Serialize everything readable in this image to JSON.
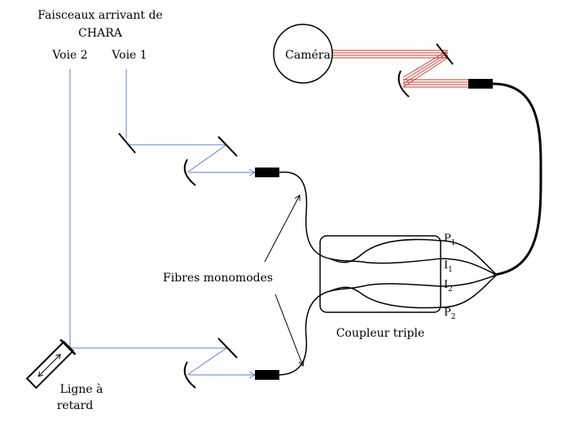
{
  "title_line1": "Faisceaux arrivant de",
  "title_line2": "CHARA",
  "voie2": "Voie 2",
  "voie1": "Voie 1",
  "camera": "Caméra",
  "fibres": "Fibres monomodes",
  "coupleur": "Coupleur triple",
  "ligne_line1": "Ligne à",
  "ligne_line2": "retard",
  "outputs": {
    "p1": {
      "main": "P",
      "sub": "1"
    },
    "i1": {
      "main": "I",
      "sub": "1"
    },
    "i2": {
      "main": "I",
      "sub": "2"
    },
    "p2": {
      "main": "P",
      "sub": "2"
    }
  },
  "colors": {
    "beam": "#5b7fd6",
    "camera_beam": "#c0392b",
    "ink": "#000000"
  }
}
